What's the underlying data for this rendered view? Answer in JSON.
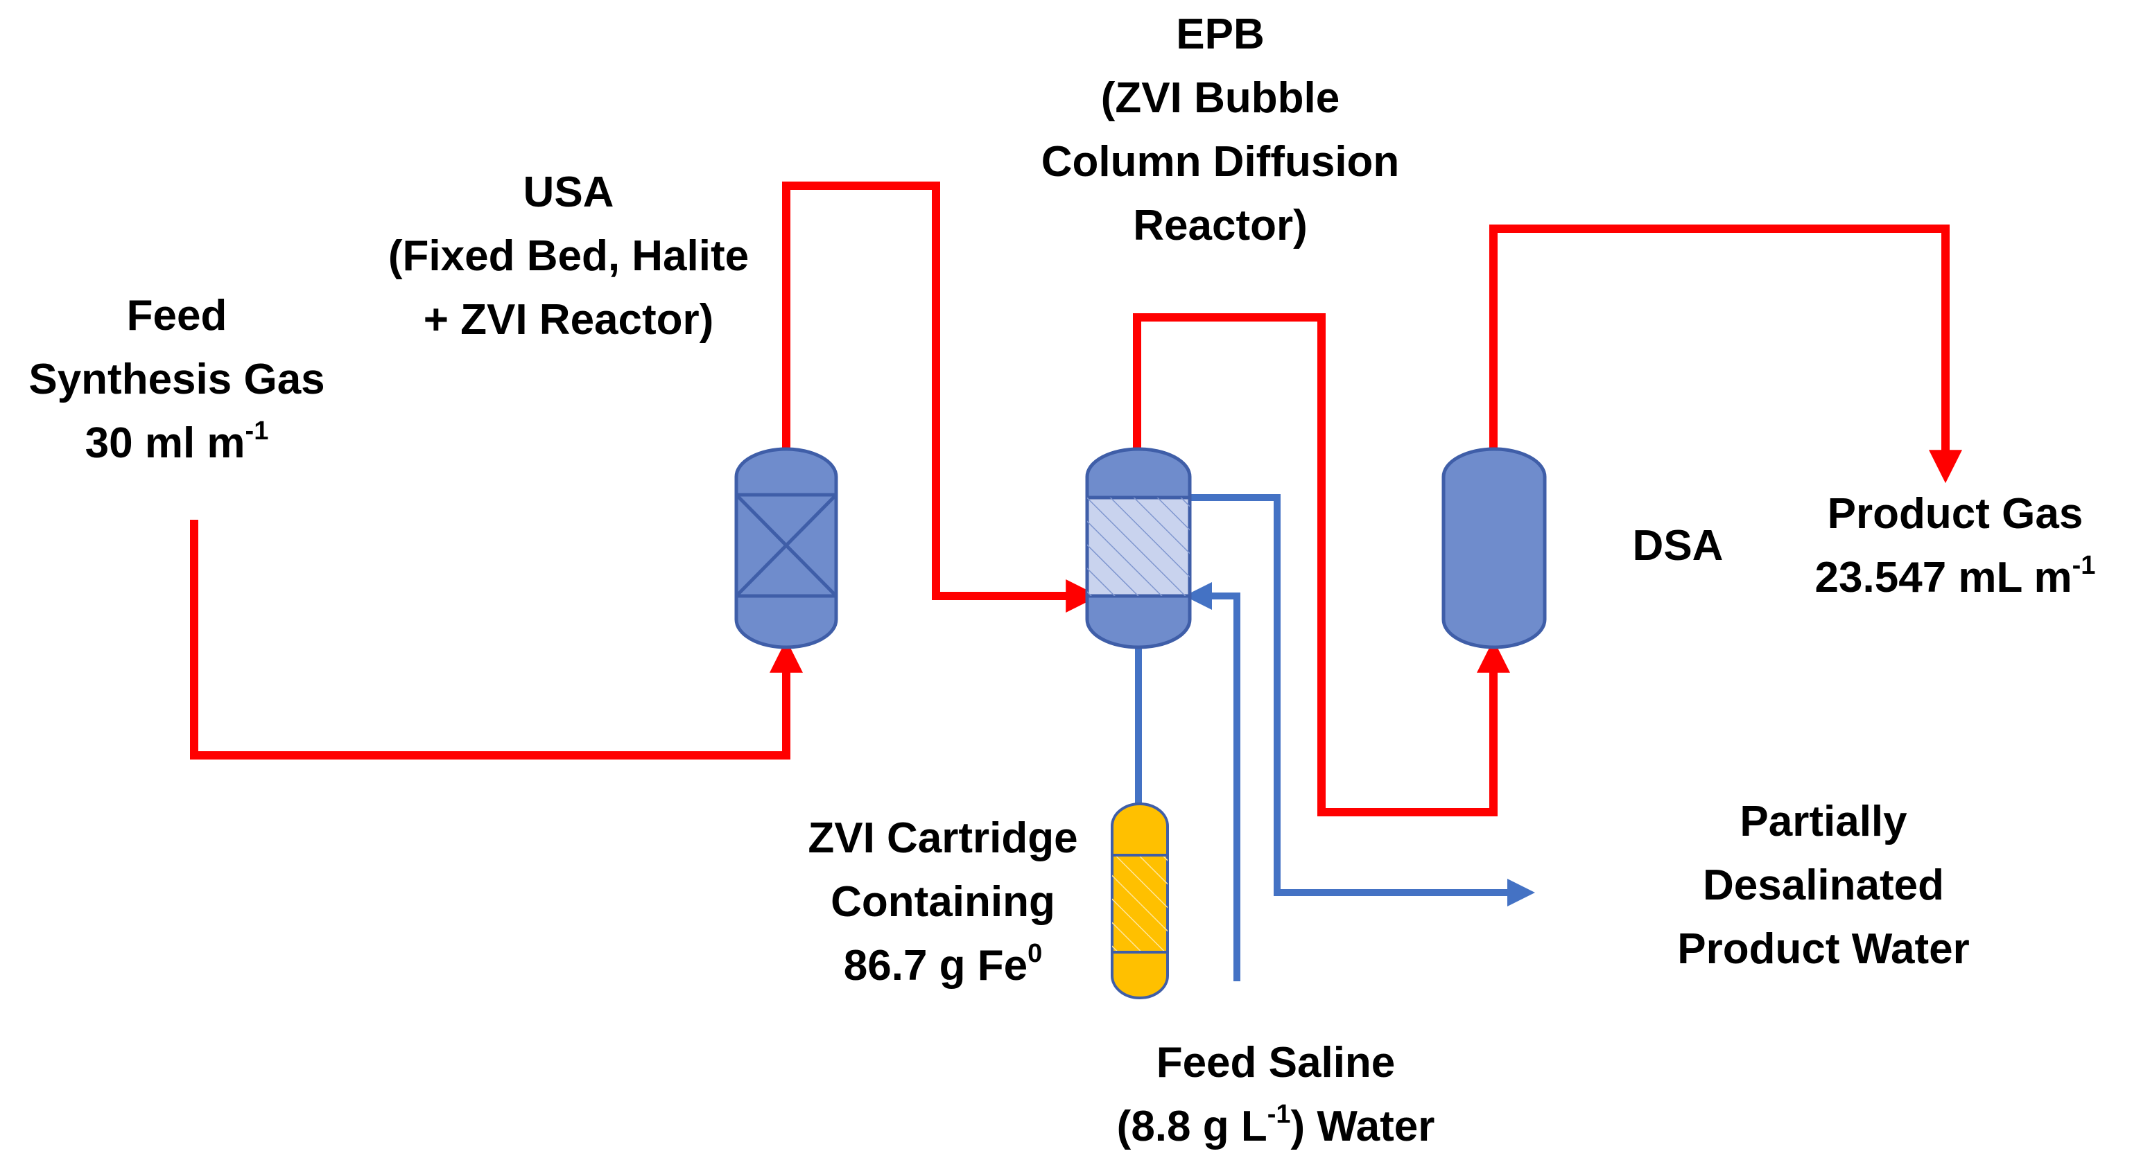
{
  "colors": {
    "gas_line": "#ff0000",
    "water_line": "#4472c4",
    "vessel_fill": "#6f8ccc",
    "vessel_stroke": "#3f5ea8",
    "cartridge_fill": "#ffc000",
    "cartridge_stroke": "#3f5ea8",
    "background": "#ffffff"
  },
  "labels": {
    "feed_gas": {
      "line1": "Feed",
      "line2": "Synthesis Gas",
      "line3": "30 ml m",
      "line3_sup": "-1"
    },
    "usa": {
      "line1": "USA",
      "line2": "(Fixed Bed, Halite",
      "line3": "+ ZVI Reactor)"
    },
    "epb": {
      "line1": "EPB",
      "line2": "(ZVI Bubble",
      "line3": "Column Diffusion",
      "line4": "Reactor)"
    },
    "dsa": {
      "line1": "DSA"
    },
    "product_gas": {
      "line1": "Product Gas",
      "line2": "23.547 mL m",
      "line2_sup": "-1"
    },
    "zvi_cartridge": {
      "line1": "ZVI Cartridge",
      "line2": "Containing",
      "line3": "86.7 g Fe",
      "line3_sup": "0"
    },
    "feed_saline": {
      "line1": "Feed Saline",
      "line2_pre": "(8.8 g L",
      "line2_sup": "-1",
      "line2_post": ") Water"
    },
    "product_water": {
      "line1": "Partially",
      "line2": "Desalinated",
      "line3": "Product Water"
    }
  }
}
